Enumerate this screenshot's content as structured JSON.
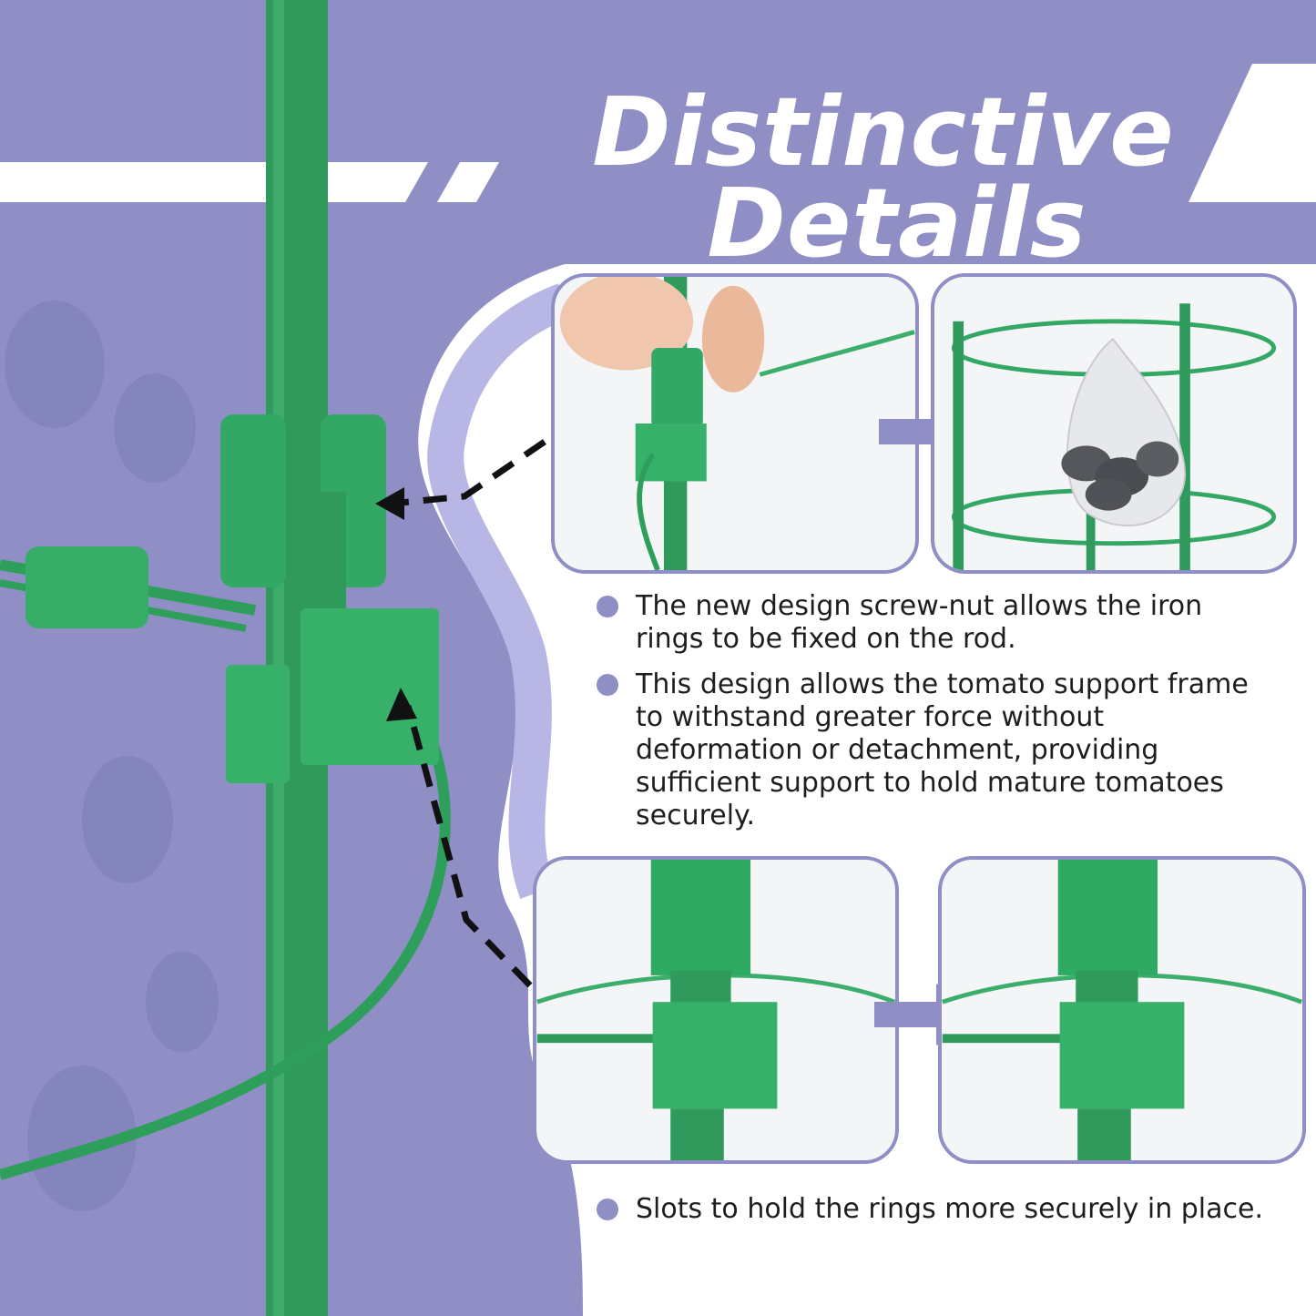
{
  "title": {
    "line1": "Distinctive",
    "line2": "Details"
  },
  "bullets": [
    {
      "text": "The new design screw-nut allows the iron rings to be fixed on the rod."
    },
    {
      "text": "This design allows the tomato support frame to withstand greater force without deformation or detachment, providing sufficient support to hold mature tomatoes securely."
    },
    {
      "text": "Slots to hold the rings more securely in place."
    }
  ],
  "colors": {
    "accent_purple": "#8f8fc6",
    "light_purple": "#b7b6e4",
    "plastic_green": "#2e9e5b",
    "bright_green": "#3cb86b",
    "text_dark": "#1e1e1e"
  },
  "icons": [
    "arrow-right-icon",
    "dashed-arrow-icon",
    "bullet-dot-icon"
  ]
}
